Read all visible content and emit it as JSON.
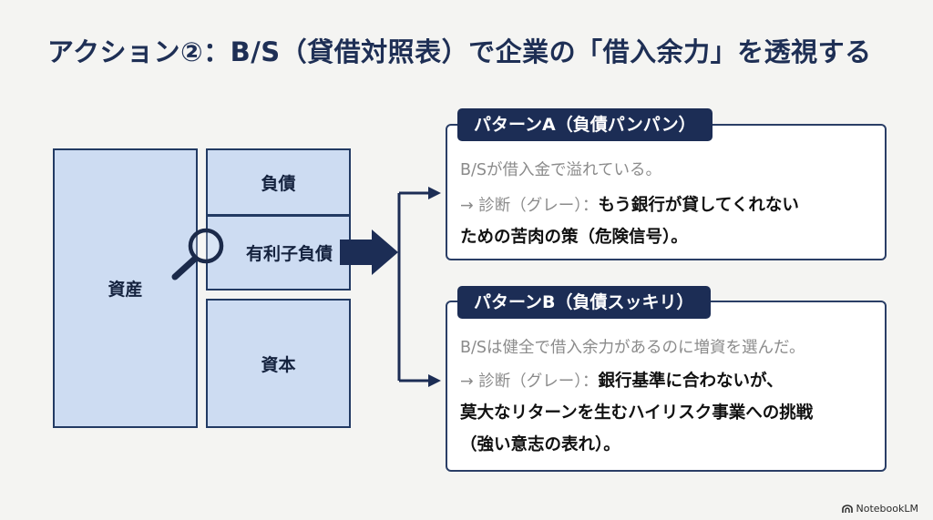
{
  "title": "アクション②：B/S（貸借対照表）で企業の「借入余力」を透視する",
  "balance_sheet": {
    "asset": "資産",
    "liabilities": "負債",
    "interest_bearing_debt": "有利子負債",
    "equity": "資本"
  },
  "pattern_a": {
    "label": "パターンA（負債パンパン）",
    "line1": "B/Sが借入金で溢れている。",
    "line2_prefix": "→ 診断（グレー）：",
    "line2_bold": "もう銀行が貸してくれない",
    "line3": "ための苦肉の策（危険信号）。"
  },
  "pattern_b": {
    "label": "パターンB（負債スッキリ）",
    "line1": "B/Sは健全で借入余力があるのに増資を選んだ。",
    "line2_prefix": "→ 診断（グレー）：",
    "line2_bold": "銀行基準に合わないが、",
    "line3": "莫大なリターンを生むハイリスク事業への挑戦",
    "line4": "（強い意志の表れ）。"
  },
  "brand": "NotebookLM",
  "icons": [
    "magnifier-icon",
    "right-arrow-icon",
    "branch-arrow-icon",
    "notebooklm-logo-icon"
  ]
}
